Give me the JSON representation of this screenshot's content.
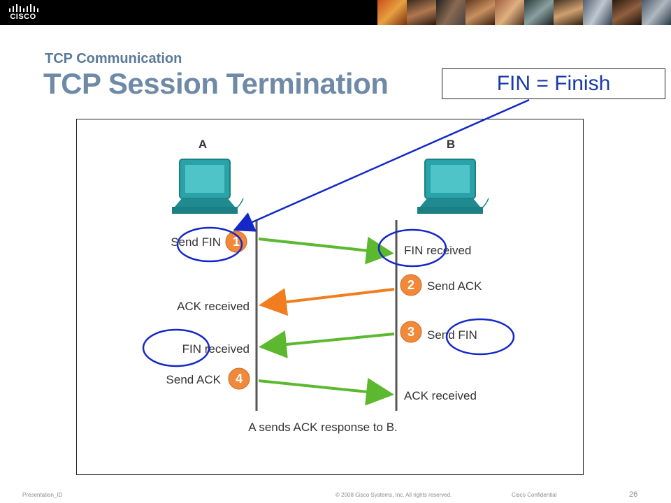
{
  "header": {
    "logo_text": "CISCO",
    "subtitle": "TCP Communication",
    "title": "TCP Session Termination"
  },
  "callout": {
    "text": "FIN = Finish"
  },
  "diagram": {
    "host_a": "A",
    "host_b": "B",
    "left_labels": {
      "send_fin": "Send FIN",
      "ack_received": "ACK received",
      "fin_received": "FIN received",
      "send_ack": "Send ACK"
    },
    "right_labels": {
      "fin_received": "FIN received",
      "send_ack": "Send ACK",
      "send_fin": "Send FIN",
      "ack_received": "ACK received"
    },
    "steps": [
      "1",
      "2",
      "3",
      "4"
    ],
    "caption": "A sends ACK response to B.",
    "colors": {
      "green": "#5cb82f",
      "orange": "#f07d1e",
      "blue": "#1428c8",
      "teal": "#2aa3a8",
      "step": "#f08a3a"
    }
  },
  "footer": {
    "presentation_id": "Presentation_ID",
    "copyright": "© 2008 Cisco Systems, Inc. All rights reserved.",
    "confidential": "Cisco Confidential",
    "page": "26"
  }
}
